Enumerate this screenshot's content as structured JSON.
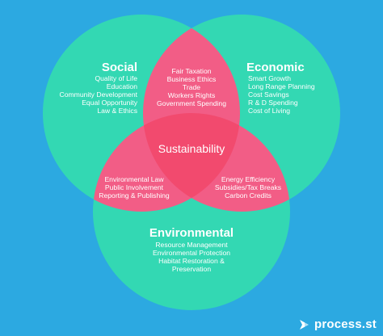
{
  "diagram": {
    "colors": {
      "background": "#2ca9e1",
      "circle": "#33d8b3",
      "pairwise_overlap": "#f25d86",
      "center_overlap": "#f24a6e",
      "text": "#ffffff"
    },
    "social": {
      "heading": "Social",
      "items": [
        "Quality of Life",
        "Education",
        "Community Development",
        "Equal Opportunity",
        "Law & Ethics"
      ]
    },
    "economic": {
      "heading": "Economic",
      "items": [
        "Smart Growth",
        "Long Range Planning",
        "Cost Savings",
        "R & D Spending",
        "Cost of Living"
      ]
    },
    "environmental": {
      "heading": "Environmental",
      "items": [
        "Resource Management",
        "Environmental Protection",
        "Habitat Restoration &",
        "Preservation"
      ]
    },
    "social_economic": {
      "items": [
        "Fair Taxation",
        "Business Ethics",
        "Trade",
        "Workers Rights",
        "Government Spending"
      ]
    },
    "social_environmental": {
      "items": [
        "Environmental Law",
        "Public Involvement",
        "Reporting & Publishing"
      ]
    },
    "economic_environmental": {
      "items": [
        "Energy Efficiency",
        "Subsidies/Tax Breaks",
        "Carbon Credits"
      ]
    },
    "center": {
      "label": "Sustainability"
    }
  },
  "logo": {
    "text": "process.st",
    "icon": "process-st-logo-icon"
  }
}
